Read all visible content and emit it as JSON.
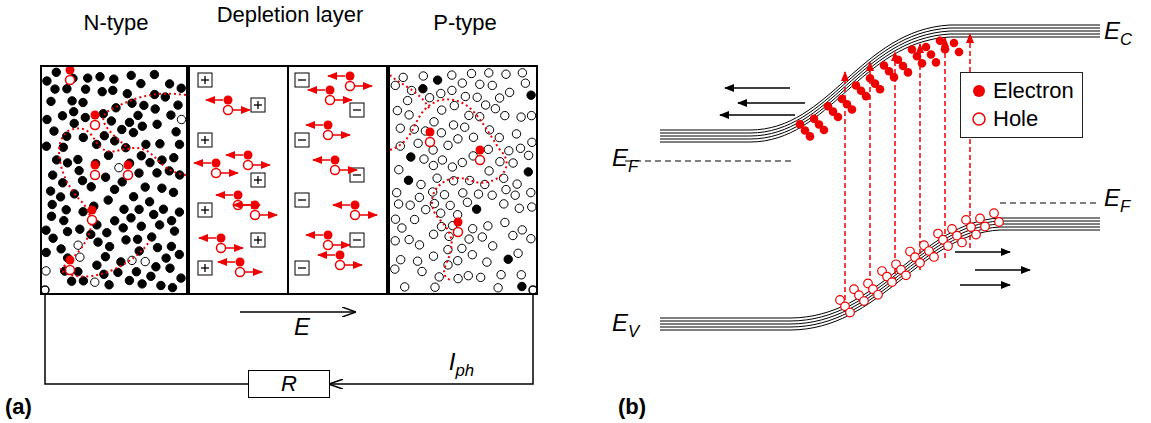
{
  "diagram": {
    "nodes": [
      {
        "text": [
          "N-type"
        ]
      },
      {
        "text": [
          "Depletion layer"
        ]
      },
      {
        "text": [
          "P-type"
        ]
      },
      {
        "text": [
          "R"
        ]
      }
    ],
    "edges": [
      {
        "from": 0,
        "to": 3,
        "arrow": "none"
      },
      {
        "from": 2,
        "to": 3,
        "arrow": "to",
        "label": "Iph"
      }
    ],
    "labels": [
      "E",
      "EF",
      "EC",
      "EF",
      "EV",
      "(a)",
      "(b)"
    ],
    "legend": [
      {
        "text": "Electron"
      },
      {
        "text": "Hole"
      }
    ]
  }
}
